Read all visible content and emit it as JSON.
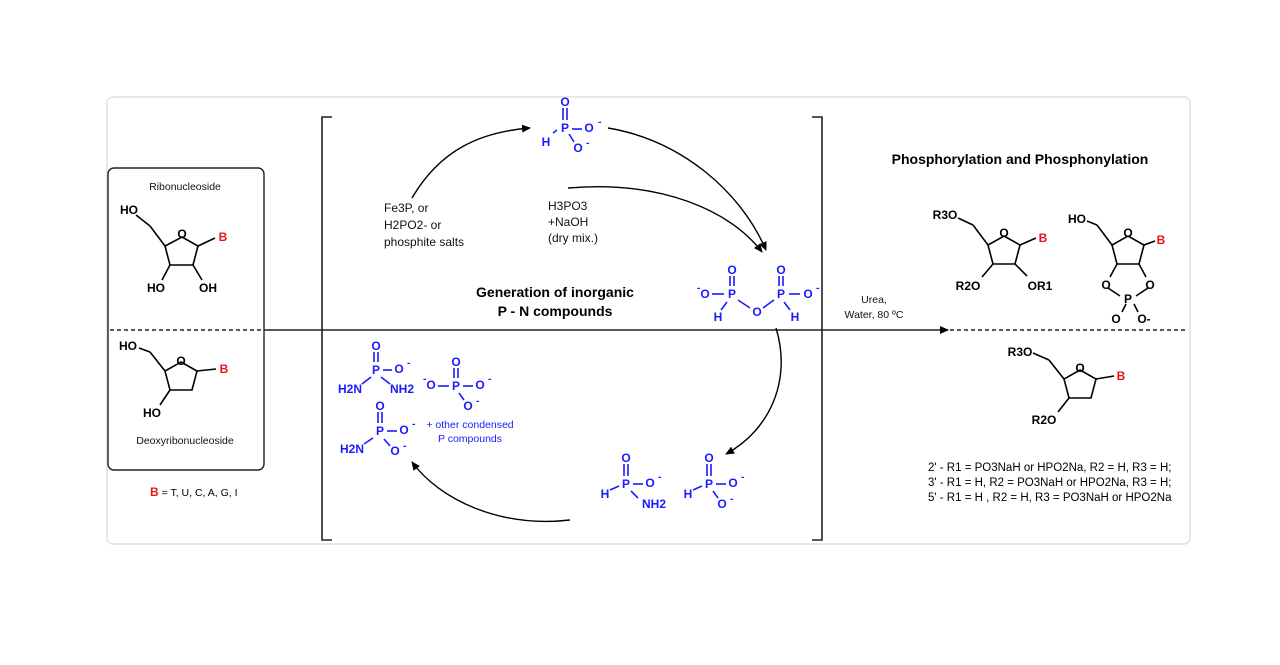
{
  "left_panel": {
    "ribo_label": "Ribonucleoside",
    "deoxy_label": "Deoxyribonucleoside",
    "ribo_groups": [
      "HO",
      "O",
      "B",
      "HO",
      "OH"
    ],
    "deoxy_groups": [
      "HO",
      "O",
      "B",
      "HO"
    ],
    "base_key_letter": "B",
    "base_key_text": " = T, U, C, A, G, I"
  },
  "cycle": {
    "reagent1": [
      "Fe3P, or",
      "H2PO2- or",
      "phosphite salts"
    ],
    "reagent2": [
      "H3PO3",
      "+NaOH",
      "(dry mix.)"
    ],
    "center_title": [
      "Generation of inorganic",
      "P - N compounds"
    ],
    "condensed_note": [
      "+ other condensed",
      "P compounds"
    ],
    "atoms": {
      "P": "P",
      "O": "O",
      "Om": "O",
      "H": "H",
      "NH2": "NH2",
      "H2N": "H2N"
    }
  },
  "conditions": [
    "Urea,",
    "Water, 80 ºC"
  ],
  "right_panel": {
    "title": "Phosphorylation and Phosphonylation",
    "footnotes": [
      "2' - R1 = PO3NaH or HPO2Na, R2 = H, R3 = H;",
      "3' - R1 = H, R2 = PO3NaH or HPO2Na, R3 = H;",
      "5' - R1 = H , R2 = H, R3 = PO3NaH or HPO2Na"
    ],
    "groups": [
      "R3O",
      "O",
      "B",
      "R2O",
      "OR1",
      "HO",
      "O",
      "B",
      "O",
      "P",
      "O",
      "O",
      "O-",
      "R3O",
      "O",
      "B",
      "R2O"
    ]
  },
  "colors": {
    "blue": "#1a1aff",
    "red": "#e8141b",
    "border": "#d9d9d9"
  }
}
